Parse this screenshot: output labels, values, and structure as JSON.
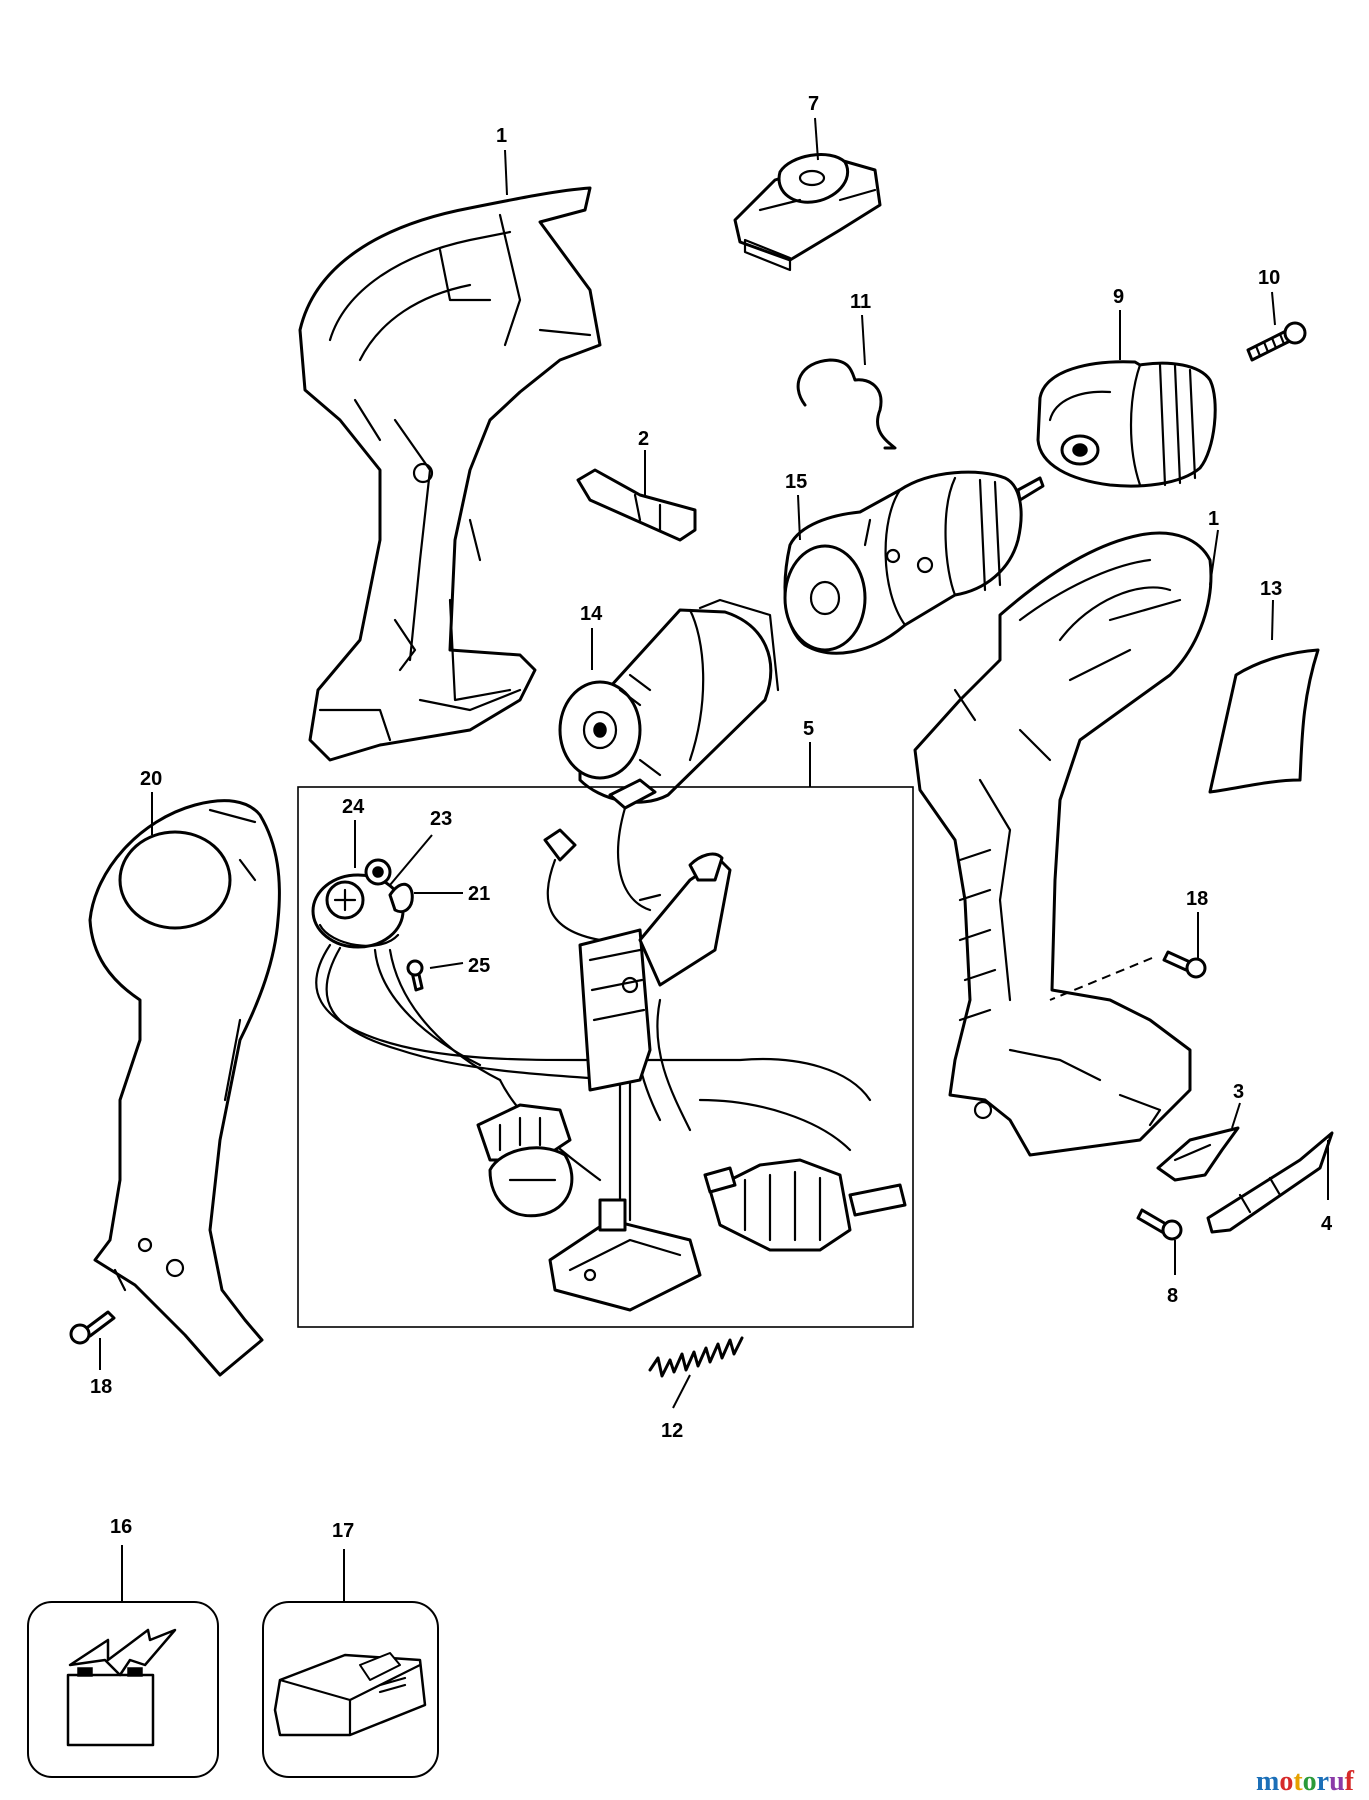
{
  "diagram": {
    "callouts": [
      "1",
      "7",
      "10",
      "11",
      "9",
      "2",
      "15",
      "1",
      "13",
      "14",
      "5",
      "20",
      "24",
      "23",
      "21",
      "25",
      "18",
      "3",
      "4",
      "8",
      "18",
      "12",
      "16",
      "17"
    ]
  },
  "watermark": {
    "text": "motoruf",
    "letter_colors": [
      "#1b6fb8",
      "#d62a2a",
      "#e6a100",
      "#2a9a3a",
      "#1b6fb8",
      "#8a3aa8",
      "#d62a2a"
    ]
  }
}
